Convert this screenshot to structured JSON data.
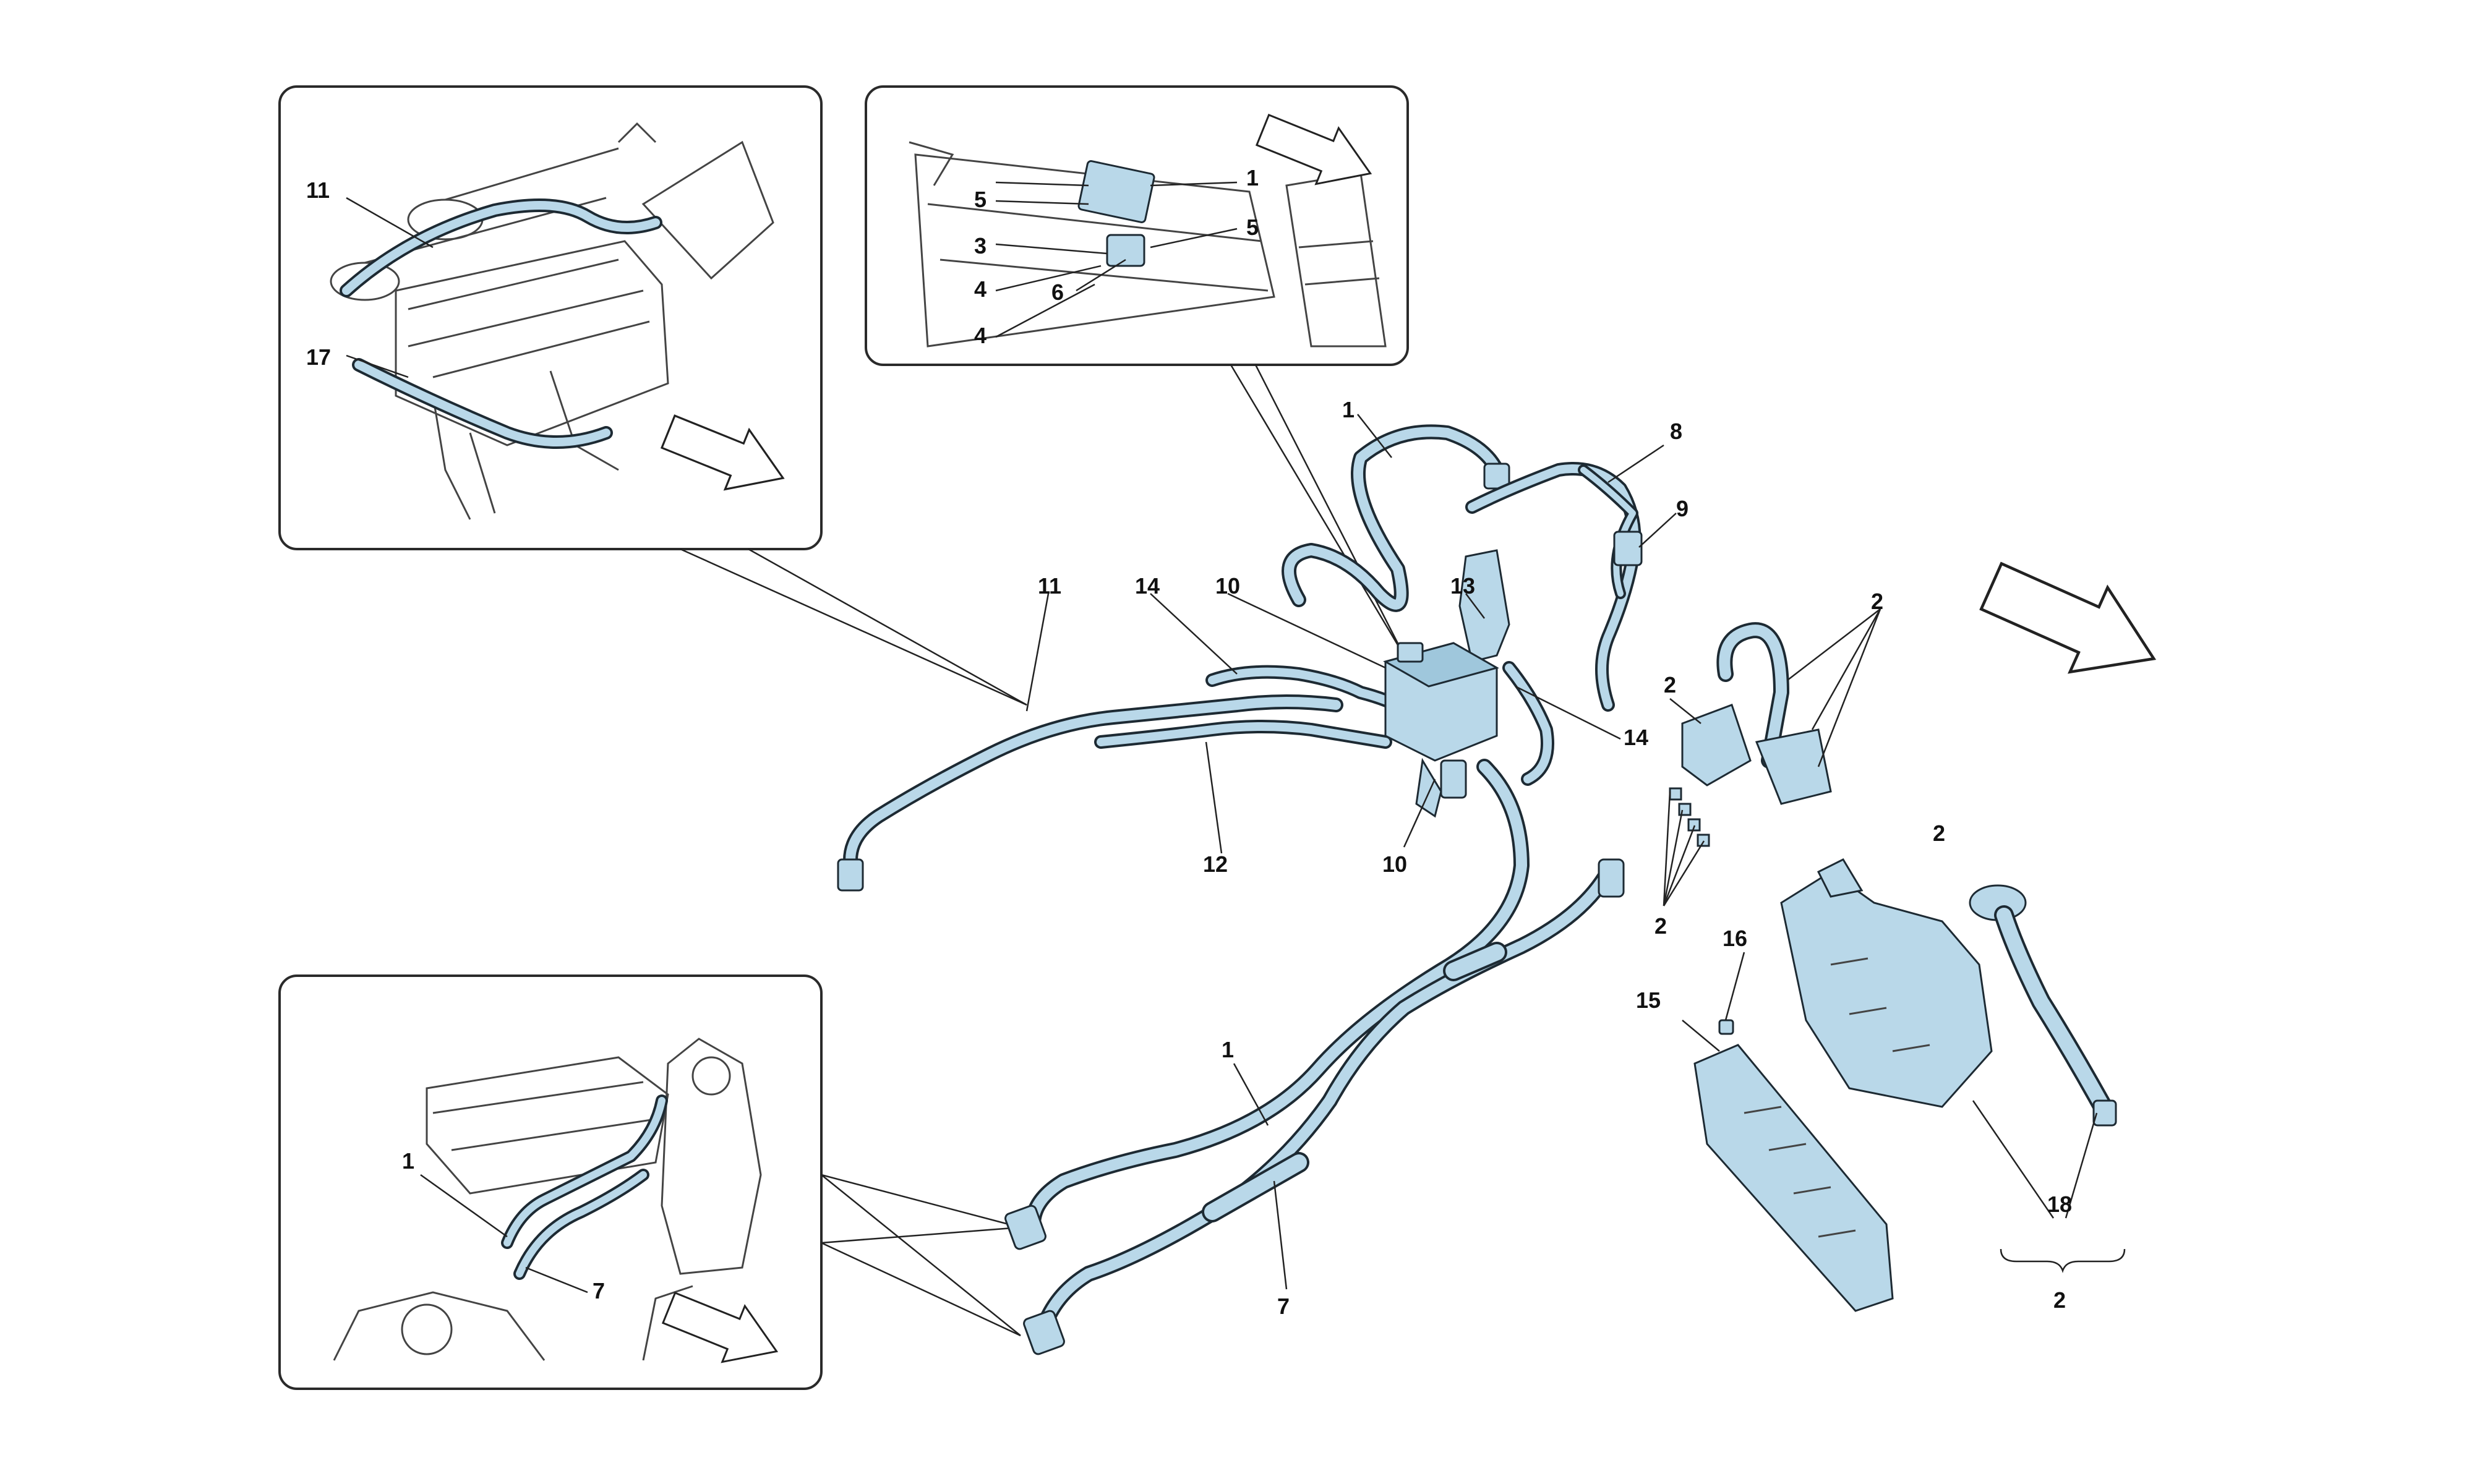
{
  "colors": {
    "part_fill": "#b9d8e9",
    "part_stroke": "#1d2a33",
    "line": "#222222",
    "background": "#ffffff"
  },
  "icons": [
    "direction-arrow-icon"
  ],
  "callouts": {
    "c1a": "1",
    "c1b": "1",
    "c2a": "2",
    "c2b": "2",
    "c2c": "2",
    "c2d": "2",
    "c7": "7",
    "c8": "8",
    "c9": "9",
    "c10a": "10",
    "c10b": "10",
    "c11": "11",
    "c12": "12",
    "c13": "13",
    "c14a": "14",
    "c14b": "14",
    "c15": "15",
    "c16": "16",
    "c18": "18"
  },
  "inset_top_left": {
    "labels": {
      "l11": "11",
      "l17": "17"
    }
  },
  "inset_top_center": {
    "labels": {
      "l1": "1",
      "l5a": "5",
      "l5b": "5",
      "l3": "3",
      "l4a": "4",
      "l4b": "4",
      "l6": "6"
    }
  },
  "inset_bottom_left": {
    "labels": {
      "l1": "1",
      "l7": "7"
    }
  }
}
